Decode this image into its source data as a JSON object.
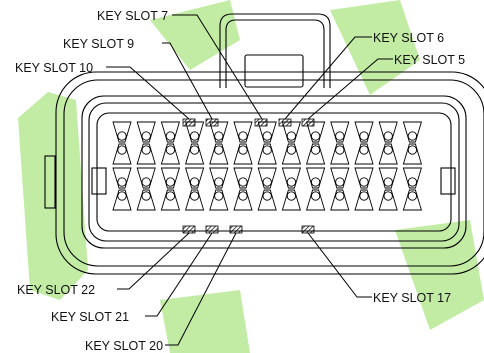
{
  "diagram": {
    "labels": {
      "slot7": "KEY SLOT 7",
      "slot9": "KEY SLOT 9",
      "slot10": "KEY SLOT 10",
      "slot6": "KEY SLOT 6",
      "slot5": "KEY SLOT 5",
      "slot22": "KEY SLOT 22",
      "slot21": "KEY SLOT 21",
      "slot20": "KEY SLOT 20",
      "slot17": "KEY SLOT 17"
    },
    "colors": {
      "line": "#000000",
      "text": "#111111",
      "watermark": "#8fdc5a",
      "background": "#ffffff"
    },
    "terminal_rows": 4,
    "terminal_columns": 13
  }
}
